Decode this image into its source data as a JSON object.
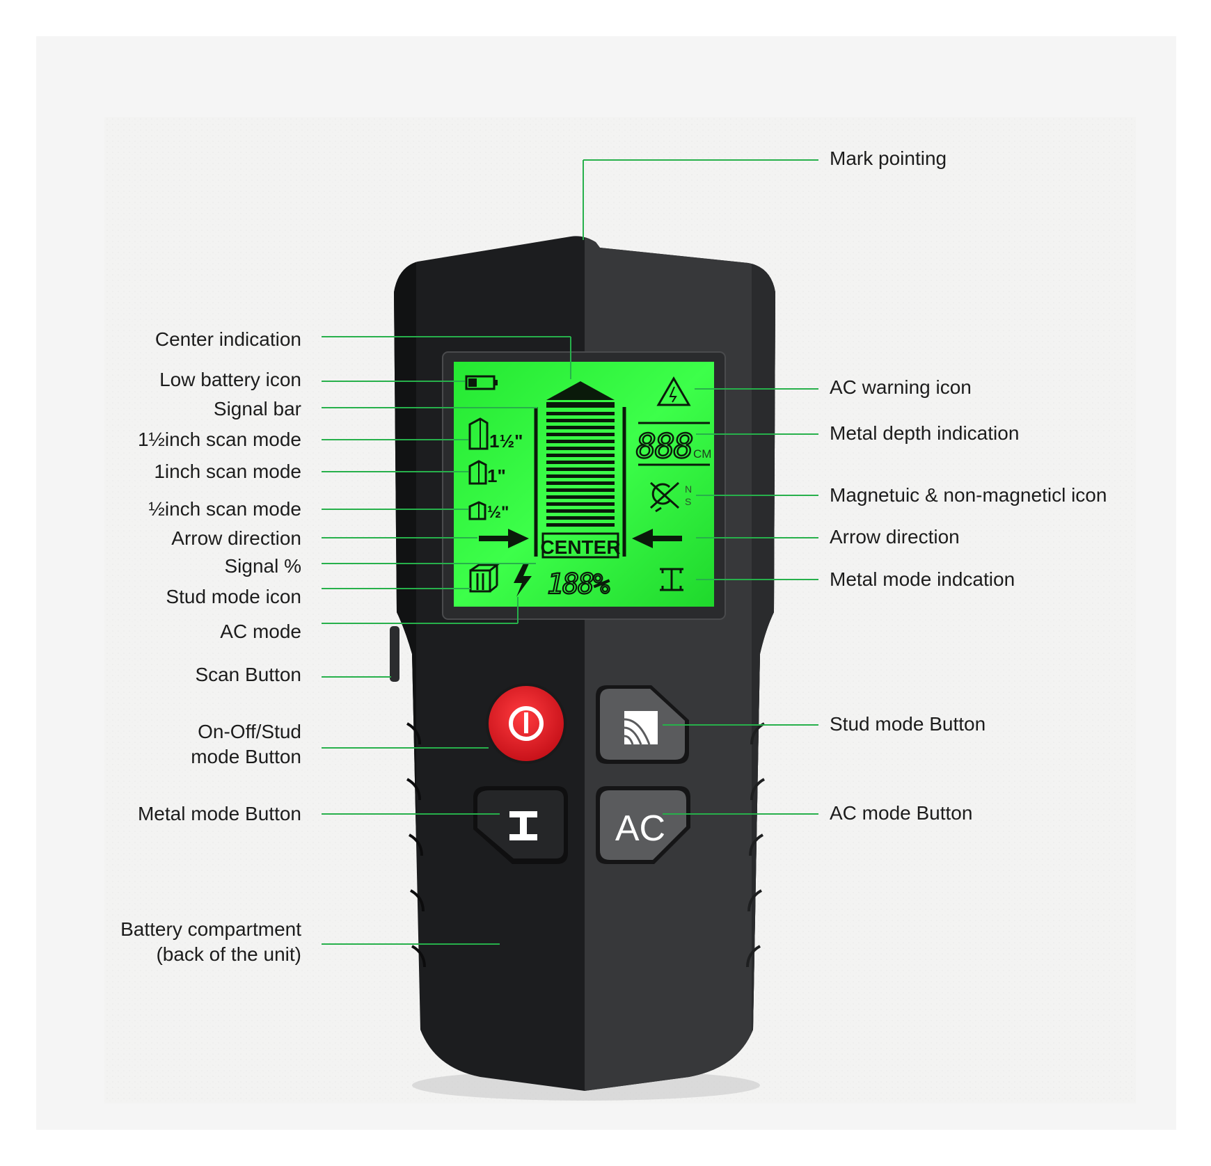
{
  "colors": {
    "leader": "#27b04b",
    "lcd": "#30f53c",
    "body_dark": "#1e1f21",
    "body_light": "#3a3b3d",
    "power_red": "#e11b22"
  },
  "device": {
    "lcd": {
      "center_text": "CENTER",
      "depth_value": "888",
      "depth_unit": "CM",
      "signal_value": "188%",
      "mode_1_5": "1½\"",
      "mode_1": "1\"",
      "mode_0_5": "½\"",
      "magnet_n": "N",
      "magnet_s": "S"
    },
    "buttons": {
      "ac_label": "AC"
    }
  },
  "labels": {
    "left": [
      {
        "name": "center-indication-label",
        "text": "Center indication"
      },
      {
        "name": "low-battery-icon-label",
        "text": "Low battery icon"
      },
      {
        "name": "signal-bar-label",
        "text": "Signal bar"
      },
      {
        "name": "one-half-inch-scan-mode-label",
        "text": "1½inch scan mode"
      },
      {
        "name": "one-inch-scan-mode-label",
        "text": "1inch scan mode"
      },
      {
        "name": "half-inch-scan-mode-label",
        "text": "½inch scan mode"
      },
      {
        "name": "arrow-direction-left-label",
        "text": "Arrow direction"
      },
      {
        "name": "signal-percent-label",
        "text": "Signal %"
      },
      {
        "name": "stud-mode-icon-label",
        "text": "Stud mode icon"
      },
      {
        "name": "ac-mode-label",
        "text": "AC mode"
      },
      {
        "name": "scan-button-label",
        "text": "Scan Button"
      },
      {
        "name": "on-off-stud-mode-button-label",
        "text": "On-Off/Stud\nmode Button"
      },
      {
        "name": "metal-mode-button-label",
        "text": "Metal mode Button"
      },
      {
        "name": "battery-compartment-label",
        "text": "Battery compartment\n(back of the unit)"
      }
    ],
    "right": [
      {
        "name": "mark-pointing-label",
        "text": "Mark pointing"
      },
      {
        "name": "ac-warning-icon-label",
        "text": "AC warning icon"
      },
      {
        "name": "metal-depth-indication-label",
        "text": "Metal depth indication"
      },
      {
        "name": "magnetic-non-magnetic-icon-label",
        "text": "Magnetuic & non-magneticl icon"
      },
      {
        "name": "arrow-direction-right-label",
        "text": "Arrow direction"
      },
      {
        "name": "metal-mode-indication-label",
        "text": "Metal mode indcation"
      },
      {
        "name": "stud-mode-button-label",
        "text": "Stud mode Button"
      },
      {
        "name": "ac-mode-button-label",
        "text": "AC mode Button"
      }
    ]
  }
}
